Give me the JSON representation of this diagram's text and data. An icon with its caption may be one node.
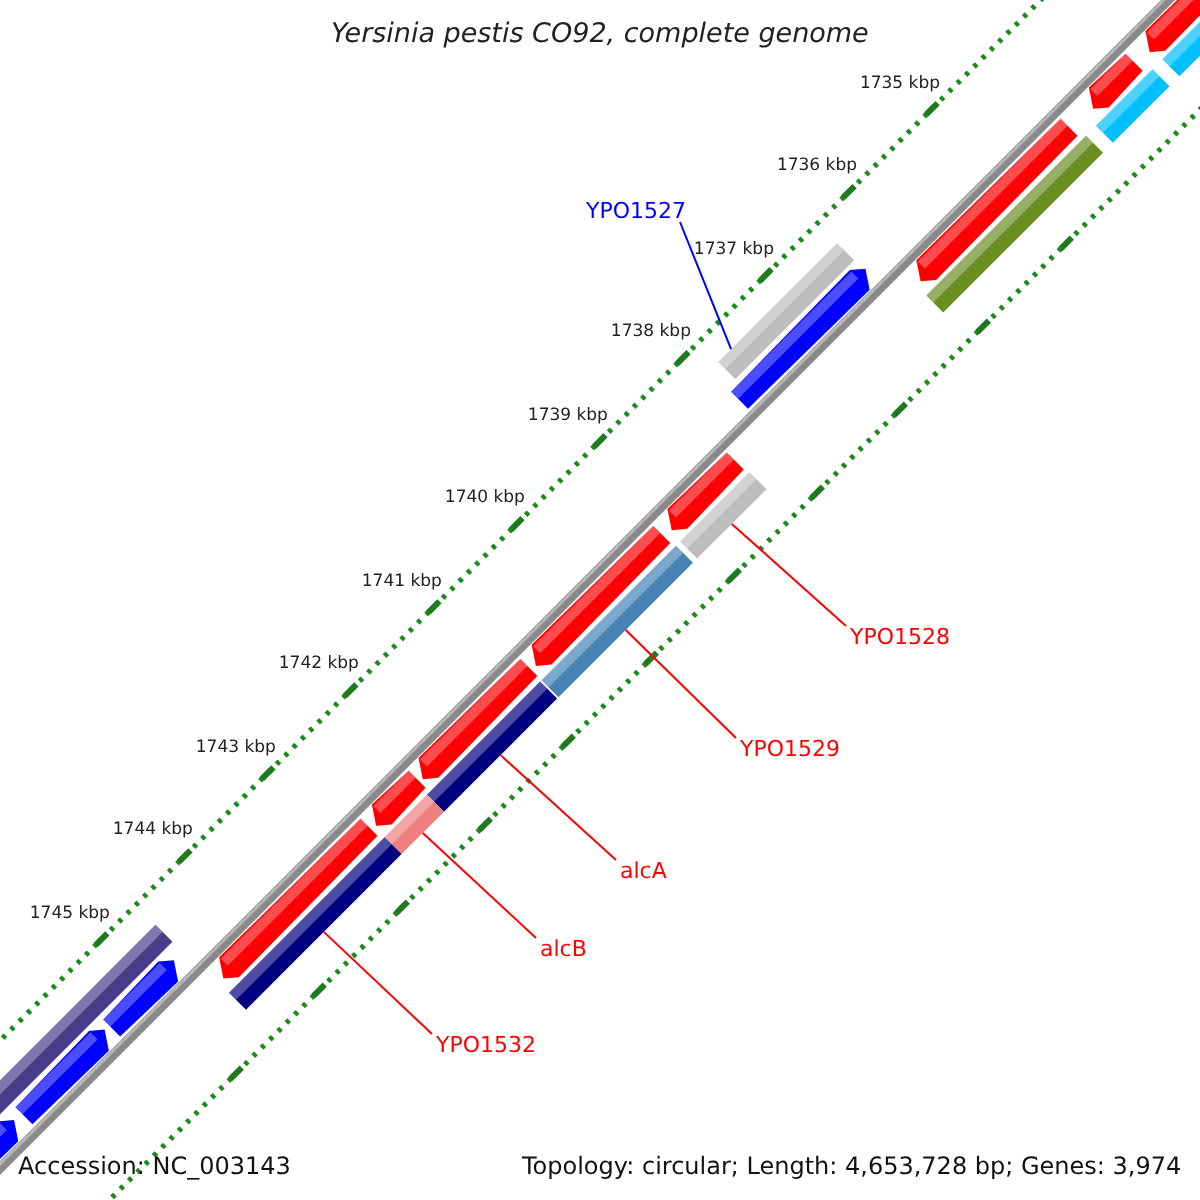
{
  "diagram": {
    "title": "Yersinia pestis CO92, complete genome",
    "nodes": [
      {
        "text": [
          "YPO1527"
        ]
      },
      {
        "text": [],
        "shape": "bar"
      },
      {
        "text": [
          "YPO1528"
        ]
      },
      {
        "text": [],
        "shape": "bar"
      },
      {
        "text": [
          "YPO1529"
        ]
      },
      {
        "text": [],
        "shape": "bar"
      },
      {
        "text": [
          "alcA"
        ]
      },
      {
        "text": [],
        "shape": "bar"
      },
      {
        "text": [
          "alcB"
        ]
      },
      {
        "text": [],
        "shape": "bar"
      },
      {
        "text": [
          "YPO1532"
        ]
      },
      {
        "text": [],
        "shape": "bar"
      }
    ],
    "edges": [
      {
        "from": 0,
        "to": 1,
        "arrow": "none",
        "color": "#0000ff"
      },
      {
        "from": 2,
        "to": 3,
        "arrow": "none"
      },
      {
        "from": 4,
        "to": 5,
        "arrow": "none"
      },
      {
        "from": 6,
        "to": 7,
        "arrow": "none"
      },
      {
        "from": 8,
        "to": 9,
        "arrow": "none"
      },
      {
        "from": 10,
        "to": 11,
        "arrow": "none"
      }
    ],
    "labels": [
      "1735 kbp",
      "1736 kbp",
      "1737 kbp",
      "1738 kbp",
      "1739 kbp",
      "1740 kbp",
      "1741 kbp",
      "1742 kbp",
      "1743 kbp",
      "1744 kbp",
      "1745 kbp",
      "Accession: NC_003143",
      "Topology: circular; Length: 4,653,728 bp; Genes: 3,974"
    ]
  }
}
